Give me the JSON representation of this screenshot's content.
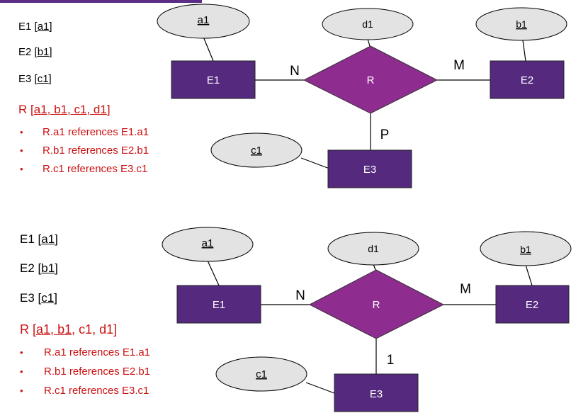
{
  "colors": {
    "entity_fill": "#552a7e",
    "relationship_fill": "#8f2c8f",
    "attribute_fill": "#e3e3e3",
    "reference_text": "#cc1111"
  },
  "top": {
    "schemas": [
      {
        "name": "E1",
        "key": "a1"
      },
      {
        "name": "E2",
        "key": "b1"
      },
      {
        "name": "E3",
        "key": "c1"
      }
    ],
    "relation": {
      "name": "R",
      "pk_attrs": [
        "a1",
        "b1",
        "c1",
        "d1"
      ],
      "other_attrs": []
    },
    "references": [
      "R.a1 references E1.a1",
      "R.b1 references E2.b1",
      "R.c1 references E3.c1"
    ],
    "diagram": {
      "entities": {
        "e1": "E1",
        "e2": "E2",
        "e3": "E3"
      },
      "relationship": "R",
      "attributes": {
        "a1": "a1",
        "d1": "d1",
        "b1": "b1",
        "c1": "c1"
      },
      "cardinalities": {
        "e1": "N",
        "e2": "M",
        "e3": "P"
      }
    }
  },
  "bottom": {
    "schemas": [
      {
        "name": "E1",
        "key": "a1"
      },
      {
        "name": "E2",
        "key": "b1"
      },
      {
        "name": "E3",
        "key": "c1"
      }
    ],
    "relation": {
      "name": "R",
      "pk_attrs": [
        "a1",
        "b1"
      ],
      "other_attrs": [
        "c1",
        "d1"
      ]
    },
    "references": [
      "R.a1 references E1.a1",
      "R.b1 references E2.b1",
      "R.c1 references E3.c1"
    ],
    "diagram": {
      "entities": {
        "e1": "E1",
        "e2": "E2",
        "e3": "E3"
      },
      "relationship": "R",
      "attributes": {
        "a1": "a1",
        "d1": "d1",
        "b1": "b1",
        "c1": "c1"
      },
      "cardinalities": {
        "e1": "N",
        "e2": "M",
        "e3": "1"
      }
    }
  }
}
